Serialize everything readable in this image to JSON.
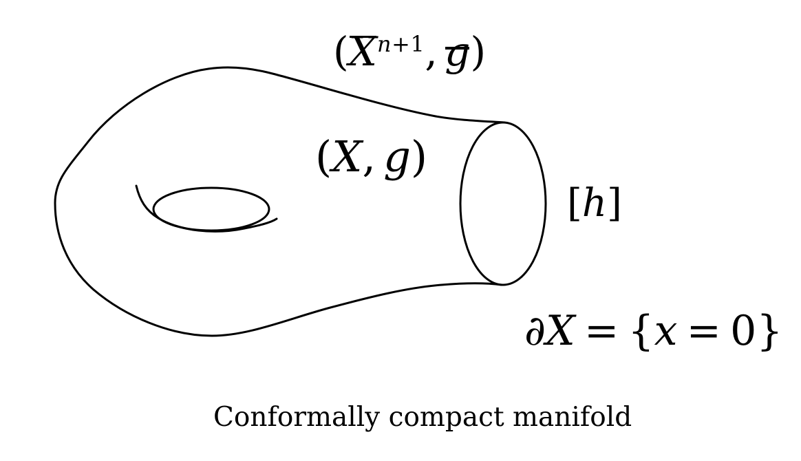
{
  "figure": {
    "top_label": {
      "open": "(",
      "x_bar": "X",
      "sup_n": "n",
      "sup_rest": "+1",
      "comma": ",",
      "g_bar": "g",
      "close": ")"
    },
    "interior_label": {
      "open": "(",
      "x": "X",
      "comma": ",",
      "g": "g",
      "close": ")"
    },
    "class_label": {
      "open": "[",
      "h": "h",
      "close": "]"
    },
    "boundary_label": {
      "partial": "∂",
      "x_cap": "X",
      "equals": "=",
      "brace_open": "{",
      "x": "x",
      "equals2": "=",
      "zero": "0",
      "brace_close": "}"
    },
    "caption": "Conformally compact manifold",
    "colors": {
      "stroke": "#000000",
      "background": "#ffffff"
    }
  }
}
